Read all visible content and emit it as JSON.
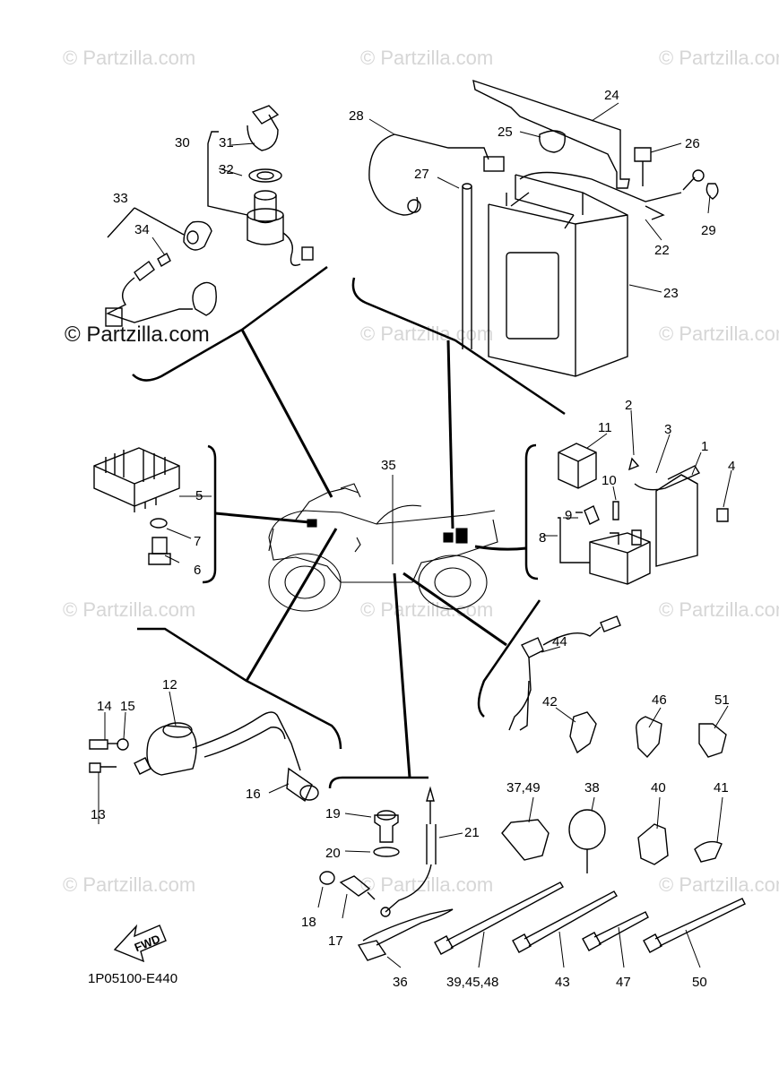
{
  "watermark": "© Partzilla.com",
  "diagram_code": "1P05100-E440",
  "fwd_label": "FWD",
  "callouts": [
    {
      "id": "c1",
      "text": "1"
    },
    {
      "id": "c2",
      "text": "2"
    },
    {
      "id": "c3",
      "text": "3"
    },
    {
      "id": "c4",
      "text": "4"
    },
    {
      "id": "c5",
      "text": "5"
    },
    {
      "id": "c6",
      "text": "6"
    },
    {
      "id": "c7",
      "text": "7"
    },
    {
      "id": "c8",
      "text": "8"
    },
    {
      "id": "c9",
      "text": "9"
    },
    {
      "id": "c10",
      "text": "10"
    },
    {
      "id": "c11",
      "text": "11"
    },
    {
      "id": "c12",
      "text": "12"
    },
    {
      "id": "c13",
      "text": "13"
    },
    {
      "id": "c14",
      "text": "14"
    },
    {
      "id": "c15",
      "text": "15"
    },
    {
      "id": "c16",
      "text": "16"
    },
    {
      "id": "c17",
      "text": "17"
    },
    {
      "id": "c18",
      "text": "18"
    },
    {
      "id": "c19",
      "text": "19"
    },
    {
      "id": "c20",
      "text": "20"
    },
    {
      "id": "c21",
      "text": "21"
    },
    {
      "id": "c22",
      "text": "22"
    },
    {
      "id": "c23",
      "text": "23"
    },
    {
      "id": "c24",
      "text": "24"
    },
    {
      "id": "c25",
      "text": "25"
    },
    {
      "id": "c26",
      "text": "26"
    },
    {
      "id": "c27",
      "text": "27"
    },
    {
      "id": "c28",
      "text": "28"
    },
    {
      "id": "c29",
      "text": "29"
    },
    {
      "id": "c30",
      "text": "30"
    },
    {
      "id": "c31",
      "text": "31"
    },
    {
      "id": "c32",
      "text": "32"
    },
    {
      "id": "c33",
      "text": "33"
    },
    {
      "id": "c34",
      "text": "34"
    },
    {
      "id": "c35",
      "text": "35"
    },
    {
      "id": "c36",
      "text": "36"
    },
    {
      "id": "c3749",
      "text": "37,49"
    },
    {
      "id": "c38",
      "text": "38"
    },
    {
      "id": "c394548",
      "text": "39,45,48"
    },
    {
      "id": "c40",
      "text": "40"
    },
    {
      "id": "c41",
      "text": "41"
    },
    {
      "id": "c42",
      "text": "42"
    },
    {
      "id": "c43",
      "text": "43"
    },
    {
      "id": "c44",
      "text": "44"
    },
    {
      "id": "c46",
      "text": "46"
    },
    {
      "id": "c47",
      "text": "47"
    },
    {
      "id": "c50",
      "text": "50"
    },
    {
      "id": "c51",
      "text": "51"
    }
  ]
}
